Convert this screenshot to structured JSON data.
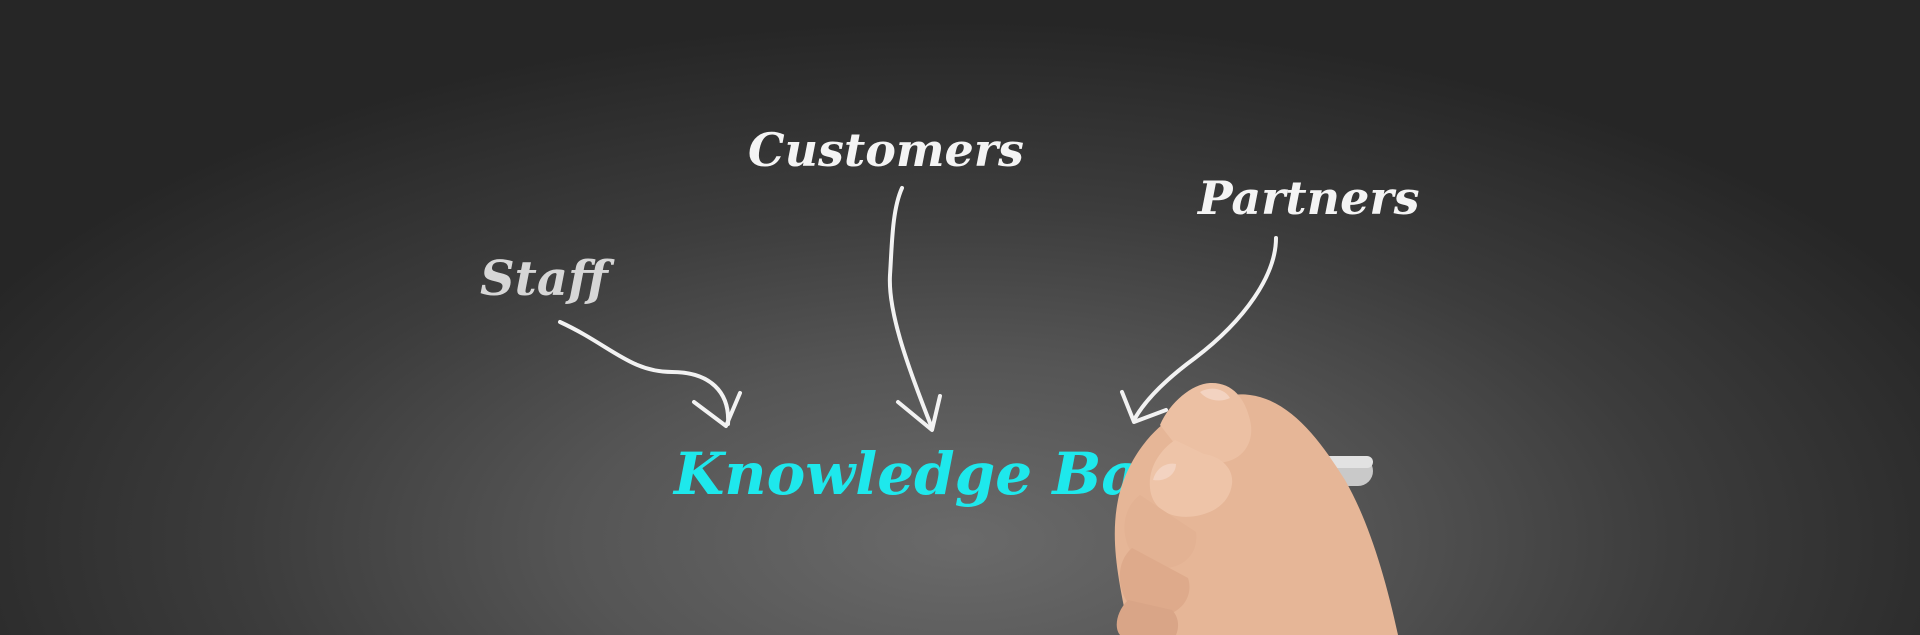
{
  "diagram": {
    "sources": [
      {
        "id": "staff",
        "label": "Staff"
      },
      {
        "id": "customers",
        "label": "Customers"
      },
      {
        "id": "partners",
        "label": "Partners"
      }
    ],
    "target": {
      "label": "Knowledge Base"
    }
  },
  "colors": {
    "background": "#4a4a4a",
    "chalk": "#f4f4f4",
    "target_text": "#1ee8ec",
    "marker_body": "#c9c9c9",
    "marker_tip": "#111111",
    "skin": "#e8b89a"
  },
  "icons": [
    "hand-with-marker-icon"
  ]
}
